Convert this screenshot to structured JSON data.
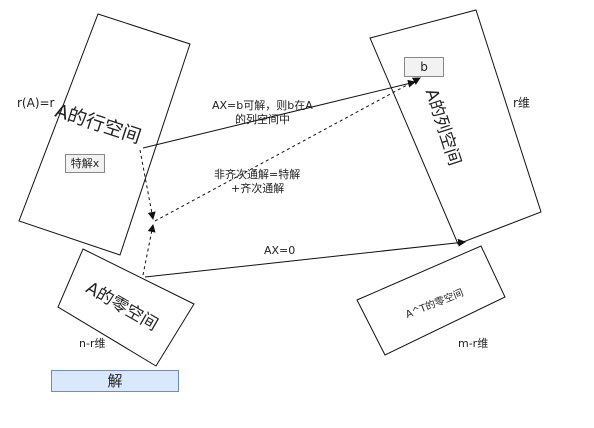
{
  "labels": {
    "rank": "r(A)=r",
    "row_space": "A的行空间",
    "special_solution": "特解x",
    "null_space": "A的零空间",
    "null_dim": "n-r维",
    "column_space": "A的列空间",
    "b": "b",
    "column_dim": "r维",
    "left_null_space": "A^T的零空间",
    "left_null_dim": "m-r维",
    "solvable_line1": "AX=b可解，则b在A",
    "solvable_line2": "的列空间中",
    "general_line1": "非齐次通解=特解",
    "general_line2": "+齐次通解",
    "ax_zero": "AX=0",
    "solve_button": "解"
  },
  "colors": {
    "stroke": "#111111",
    "button_fill": "#dae8fc",
    "button_border": "#6c8ebf",
    "tag_fill": "#f2f2f2"
  }
}
